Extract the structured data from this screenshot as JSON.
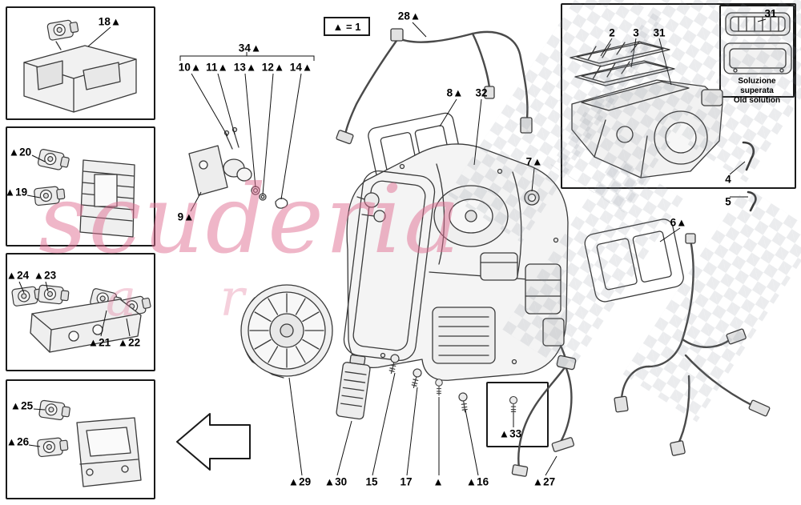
{
  "legend": {
    "label": "▲ = 1"
  },
  "watermark": {
    "line1": "scuderia",
    "line2": "a r",
    "color": "#e06e91"
  },
  "old_solution": {
    "callout": "31",
    "line1": "Soluzione superata",
    "line2": "Old solution"
  },
  "callouts": {
    "c18": "18▲",
    "c20": "▲20",
    "c19": "▲19",
    "c24": "▲24",
    "c23": "▲23",
    "c21": "▲21",
    "c22": "▲22",
    "c25": "▲25",
    "c26": "▲26",
    "c34": "34▲",
    "c10": "10▲",
    "c11": "11▲",
    "c13": "13▲",
    "c12": "12▲",
    "c14": "14▲",
    "c9": "9▲",
    "c28": "28▲",
    "c8": "8▲",
    "c32": "32",
    "c7": "7▲",
    "c2": "2",
    "c3": "3",
    "c31": "31",
    "c4": "4",
    "c5": "5",
    "c6": "6▲",
    "c33": "▲33",
    "c29": "▲29",
    "c30": "▲30",
    "c15": "15",
    "c17": "17",
    "ctri": "▲",
    "c16": "▲16",
    "c27": "▲27"
  }
}
